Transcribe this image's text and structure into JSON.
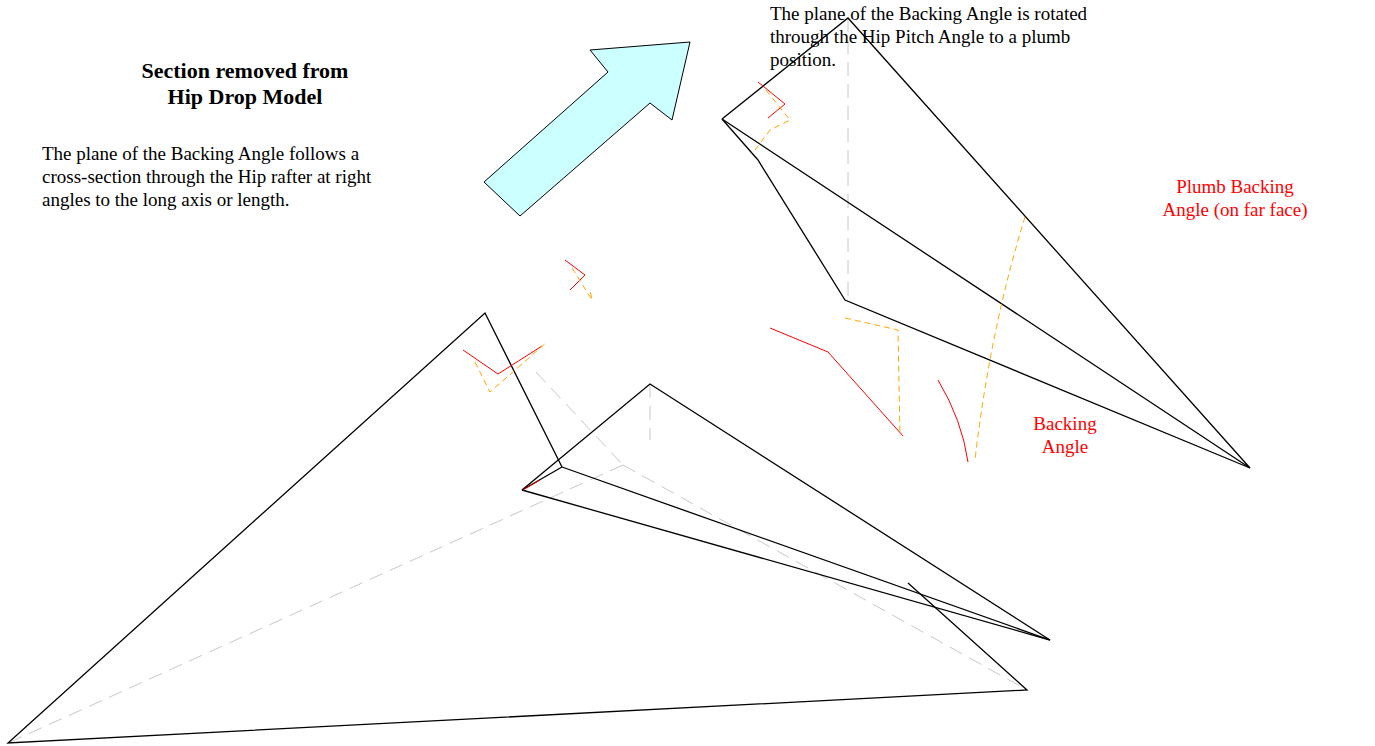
{
  "diagram": {
    "title": "Section removed from Hip Drop Model",
    "labels": [
      "The plane of the Backing Angle follows a cross-section through the Hip rafter at right angles to the long axis or length.",
      "The plane of the Backing Angle is rotated through the Hip Pitch Angle to a plumb position.",
      "Plumb Backing Angle (on far face)",
      "Backing Angle"
    ]
  }
}
